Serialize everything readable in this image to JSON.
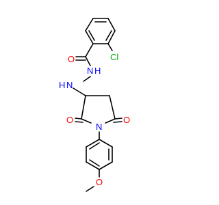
{
  "molecule": {
    "atoms": {
      "cl": {
        "text": "Cl",
        "color": "#00b000"
      },
      "o_amide": {
        "text": "O",
        "color": "#ff0000"
      },
      "nh_a": {
        "text": "H",
        "color": "#0000ff"
      },
      "nh_a_n": {
        "text": "N",
        "color": "#0000ff"
      },
      "nh_b_h": {
        "text": "H",
        "color": "#0000ff"
      },
      "nh_b_n": {
        "text": "N",
        "color": "#0000ff"
      },
      "o_left": {
        "text": "O",
        "color": "#ff0000"
      },
      "n_ring": {
        "text": "N",
        "color": "#0000ff"
      },
      "o_right": {
        "text": "O",
        "color": "#ff0000"
      },
      "o_methoxy": {
        "text": "O",
        "color": "#ff0000"
      }
    }
  }
}
